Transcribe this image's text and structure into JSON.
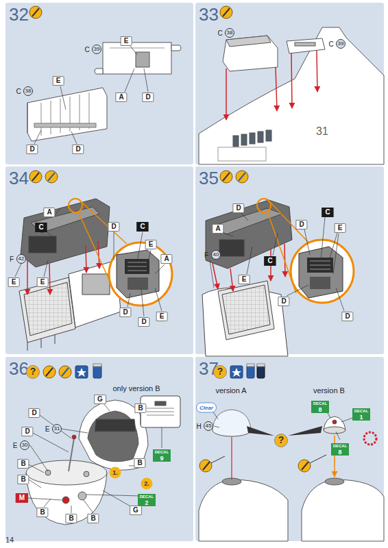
{
  "diagram": {
    "nodes": [
      {
        "text": [
          "32"
        ]
      },
      {
        "text": [
          "33"
        ]
      },
      {
        "text": [
          "34"
        ]
      },
      {
        "text": [
          "35"
        ]
      },
      {
        "text": [
          "36"
        ]
      },
      {
        "text": [
          "37"
        ]
      }
    ],
    "labels": [
      "C",
      "39",
      "E",
      "A",
      "D",
      "C",
      "38",
      "E",
      "D",
      "D",
      "C",
      "38",
      "C",
      "39",
      "31",
      "A",
      "C",
      "F",
      "42",
      "E",
      "E",
      "D",
      "C",
      "E",
      "A",
      "D",
      "D",
      "E",
      "D",
      "A",
      "C",
      "F",
      "40",
      "E",
      "C",
      "D",
      "E",
      "D",
      "D",
      "?",
      "only version B",
      "G",
      "B",
      "D",
      "E",
      "31",
      "D",
      "E",
      "30",
      "B",
      "B",
      "M",
      "B",
      "1.",
      "2.",
      "DECAL",
      "9",
      "DECAL",
      "2",
      "B",
      "B",
      "B",
      "G",
      "?",
      "version A",
      "version B",
      "Clear",
      "H",
      "45",
      "?",
      "DECAL",
      "8",
      "DECAL",
      "1",
      "DECAL",
      "8",
      "14"
    ]
  }
}
